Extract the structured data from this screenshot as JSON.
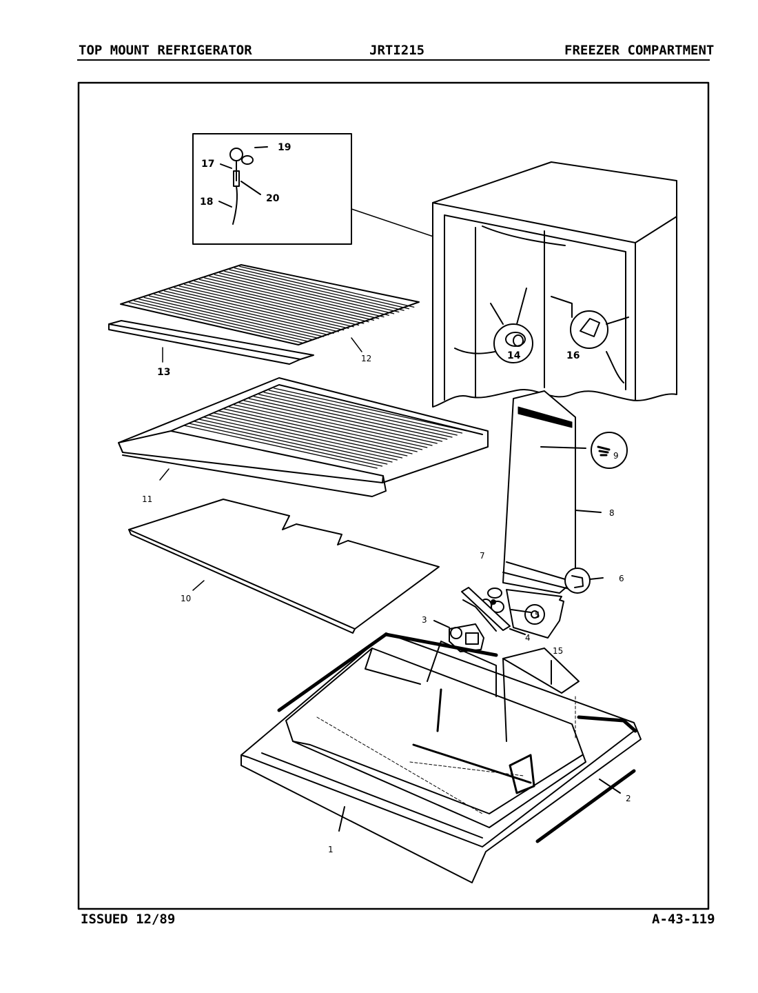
{
  "header": {
    "left": "TOP MOUNT REFRIGERATOR",
    "center": "JRTI215",
    "right": "FREEZER COMPARTMENT"
  },
  "footer": {
    "issued": "ISSUED 12/89",
    "page_code": "A-43-119"
  },
  "parts": {
    "p1": "1",
    "p2": "2",
    "p3": "3",
    "p4": "4",
    "p5": "5",
    "p6": "6",
    "p7": "7",
    "p8": "8",
    "p9": "9",
    "p10": "10",
    "p11": "11",
    "p12": "12",
    "p13": "13",
    "p14": "14",
    "p15": "15",
    "p16": "16",
    "p17": "17",
    "p18": "18",
    "p19": "19",
    "p20": "20"
  }
}
